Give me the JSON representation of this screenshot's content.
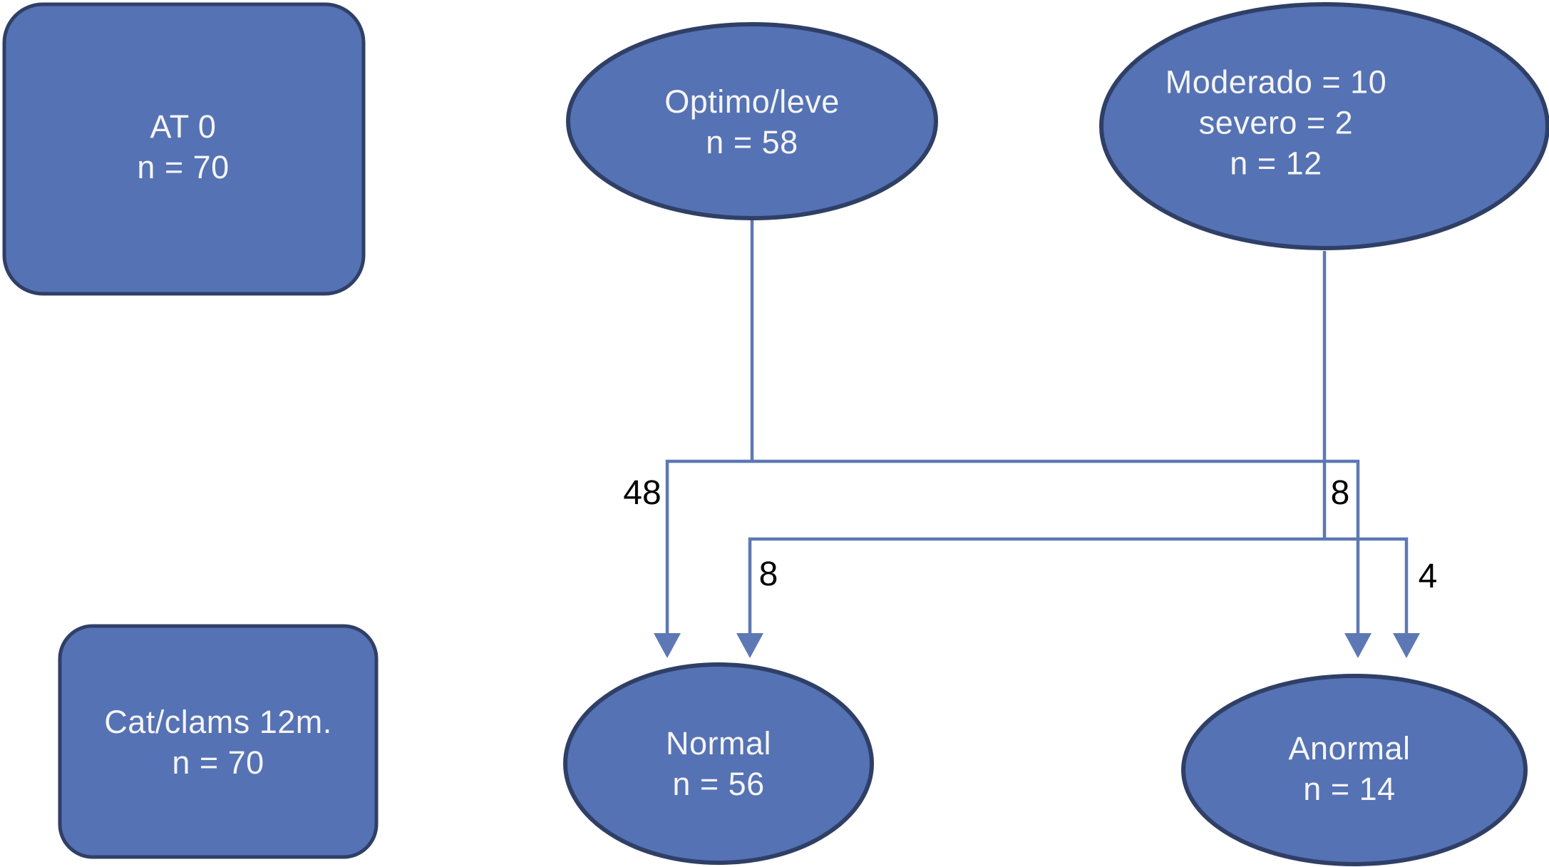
{
  "diagram": {
    "type": "flowchart",
    "background": "#ffffff",
    "colors": {
      "node_fill": "#5572b4",
      "node_border": "#2f3f66",
      "connector": "#5d78b4",
      "node_text": "#f5f5f5",
      "edge_label": "#000000"
    },
    "nodes": [
      {
        "id": "at0",
        "shape": "rounded-rect",
        "text": "AT 0\nn = 70"
      },
      {
        "id": "optimo",
        "shape": "ellipse",
        "text": "Optimo/leve\nn = 58"
      },
      {
        "id": "moderado",
        "shape": "ellipse",
        "text": "Moderado = 10\nsevero = 2\nn = 12"
      },
      {
        "id": "catclams",
        "shape": "rounded-rect",
        "text": "Cat/clams 12m.\nn = 70"
      },
      {
        "id": "normal",
        "shape": "ellipse",
        "text": "Normal\nn = 56"
      },
      {
        "id": "anormal",
        "shape": "ellipse",
        "text": "Anormal\nn = 14"
      }
    ],
    "edges": [
      {
        "from": "optimo",
        "to": "normal",
        "label": "48"
      },
      {
        "from": "optimo",
        "to": "anormal",
        "label": "8"
      },
      {
        "from": "moderado",
        "to": "normal",
        "label": "8"
      },
      {
        "from": "moderado",
        "to": "anormal",
        "label": "4"
      }
    ]
  }
}
